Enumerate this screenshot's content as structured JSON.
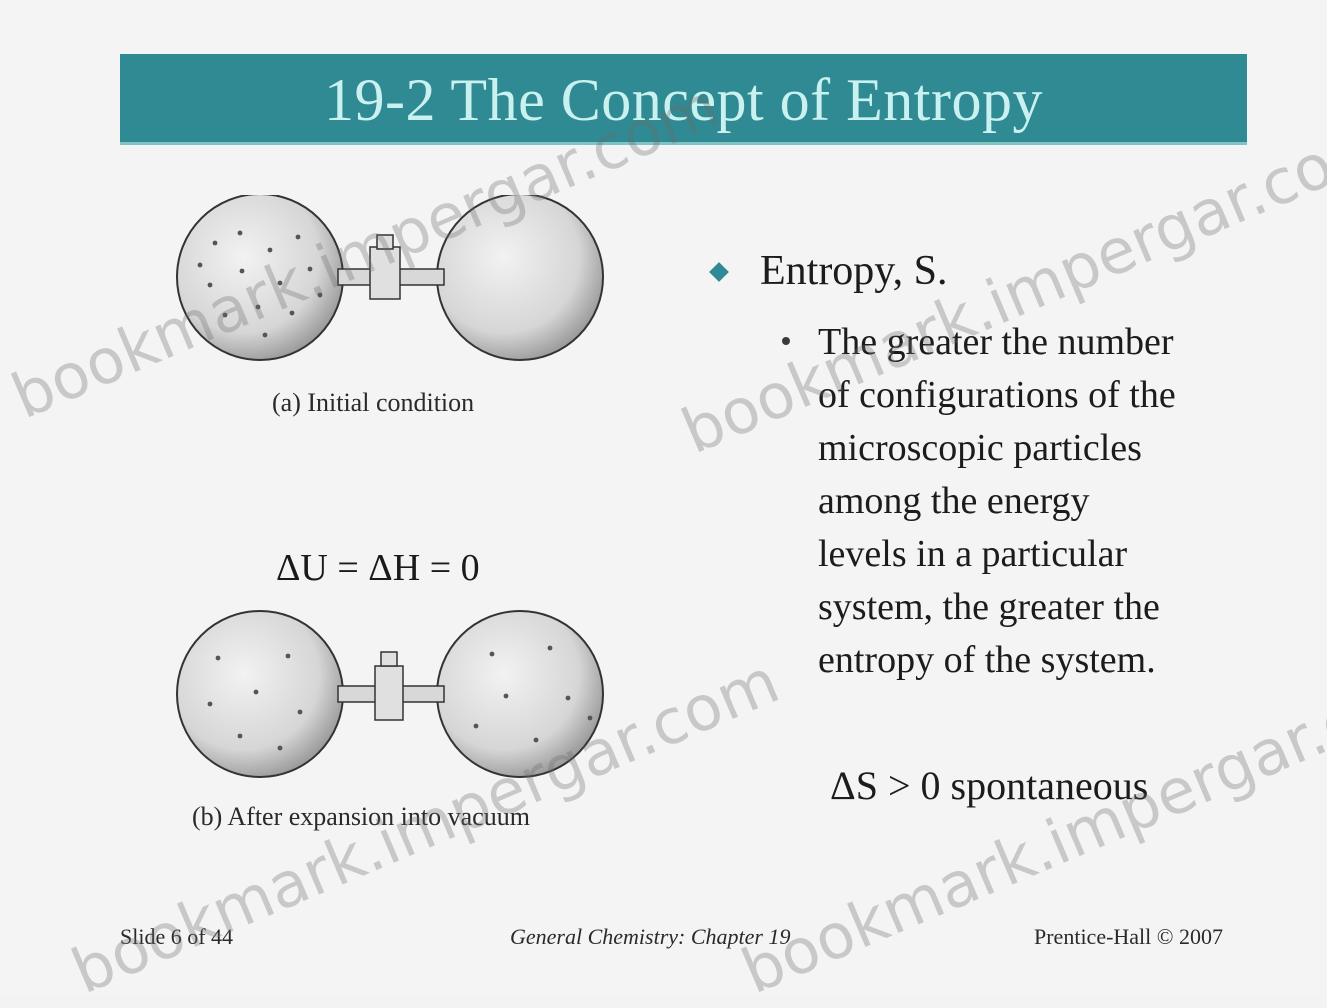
{
  "title": "19-2 The Concept of Entropy",
  "figure_a": {
    "caption": "(a) Initial condition"
  },
  "figure_b": {
    "caption": "(b) After expansion into vacuum"
  },
  "equation": "ΔU = ΔH = 0",
  "bullet": {
    "label": "Entropy, S.",
    "sub_lines": [
      "The greater the number",
      "of configurations of the",
      "microscopic particles",
      "among the energy",
      "levels in a particular",
      "system, the greater the",
      "entropy of the system."
    ]
  },
  "spontaneous": "ΔS > 0 spontaneous",
  "footer": {
    "left": "Slide 6 of 44",
    "middle": "General Chemistry: Chapter 19",
    "right": "Prentice-Hall © 2007"
  },
  "watermark": "bookmark.impergar.com",
  "colors": {
    "title_bar": "#2f8a93",
    "title_text": "#c9f1ef",
    "bullet": "#2f8a93"
  }
}
